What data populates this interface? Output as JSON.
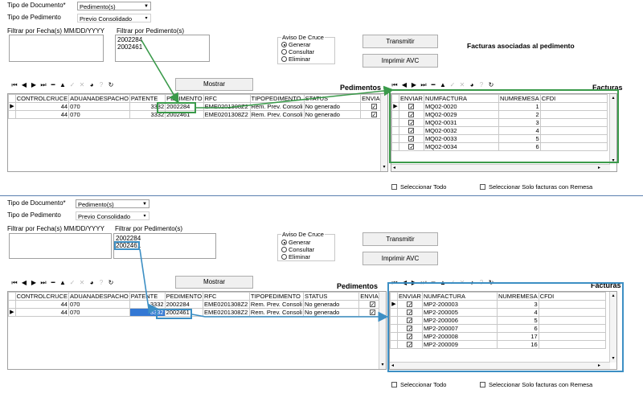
{
  "labels": {
    "tipo_documento": "Tipo de Documento*",
    "tipo_pedimento": "Tipo de Pedimento",
    "filtrar_fecha": "Filtrar por Fecha(s) MM/DD/YYYY",
    "filtrar_pedimento": "Filtrar por Pedimento(s)",
    "aviso_cruce": "Aviso De Cruce",
    "pedimentos_title": "Pedimentos",
    "facturas_title": "Facturas",
    "annotation": "Facturas asociadas al pedimento"
  },
  "combos": {
    "tipo_documento": "Pedimento(s)",
    "tipo_pedimento": "Previo Consolidado"
  },
  "radios": [
    "Generar",
    "Consultar",
    "Eliminar"
  ],
  "buttons": {
    "transmitir": "Transmitir",
    "imprimir_avc": "Imprimir AVC",
    "mostrar": "Mostrar"
  },
  "checkboxes": {
    "seleccionar_todo": "Seleccionar Todo",
    "seleccionar_remesa": "Seleccionar Solo facturas con Remesa"
  },
  "pedimento_filter": [
    "2002284",
    "2002461"
  ],
  "ped_columns": [
    "CONTROLCRUCE",
    "ADUANADESPACHO",
    "PATENTE",
    "PEDIMENTO",
    "RFC",
    "TIPOPEDIMENTO",
    "STATUS",
    "ENVIAR"
  ],
  "ped_rows": [
    {
      "control": "44",
      "aduana": "070",
      "patente": "3332",
      "pedimento": "2002284",
      "rfc": "EME0201308Z2",
      "tipo": "Rem. Prev. Consoli",
      "status": "No generado",
      "enviar": "✓"
    },
    {
      "control": "44",
      "aduana": "070",
      "patente": "3332",
      "pedimento": "2002461",
      "rfc": "EME0201308Z2",
      "tipo": "Rem. Prev. Consoli",
      "status": "No generado",
      "enviar": "✓"
    }
  ],
  "fac_columns": [
    "ENVIAR",
    "NUMFACTURA",
    "NUMREMESA",
    "CFDI"
  ],
  "fac_rows_top": [
    {
      "enviar": "✓",
      "num": "MQ02-0020",
      "remesa": "1"
    },
    {
      "enviar": "✓",
      "num": "MQ02-0029",
      "remesa": "2"
    },
    {
      "enviar": "✓",
      "num": "MQ02-0031",
      "remesa": "3"
    },
    {
      "enviar": "✓",
      "num": "MQ02-0032",
      "remesa": "4"
    },
    {
      "enviar": "✓",
      "num": "MQ02-0033",
      "remesa": "5"
    },
    {
      "enviar": "✓",
      "num": "MQ02-0034",
      "remesa": "6"
    }
  ],
  "fac_rows_bottom": [
    {
      "enviar": "✓",
      "num": "MP2-200003",
      "remesa": "3"
    },
    {
      "enviar": "✓",
      "num": "MP2-200005",
      "remesa": "4"
    },
    {
      "enviar": "✓",
      "num": "MP2-200006",
      "remesa": "5"
    },
    {
      "enviar": "✓",
      "num": "MP2-200007",
      "remesa": "6"
    },
    {
      "enviar": "✓",
      "num": "MP2-200008",
      "remesa": "17"
    },
    {
      "enviar": "✓",
      "num": "MP2-200009",
      "remesa": "16"
    }
  ],
  "colors": {
    "highlight_green": "#3a9a4a",
    "highlight_blue": "#3d8fc4",
    "selection": "#3378d4"
  }
}
